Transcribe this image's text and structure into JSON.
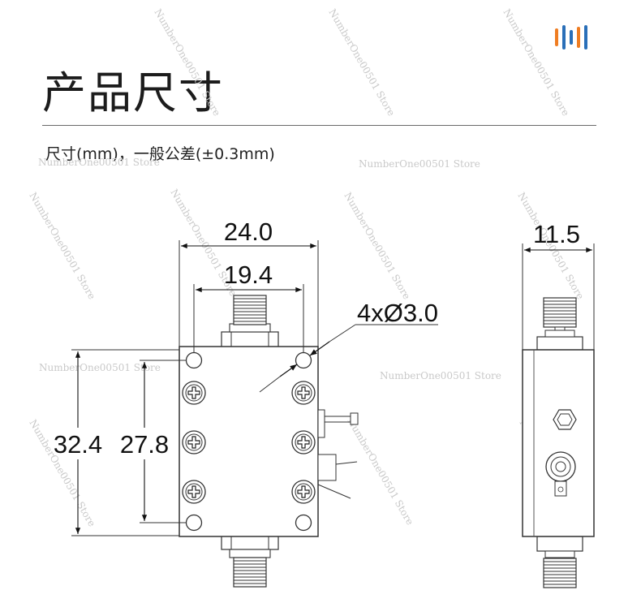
{
  "header": {
    "title": "产品尺寸",
    "subtitle": "尺寸(mm)，一般公差(±0.3mm)"
  },
  "logo": {
    "icon": "brand-bars-icon",
    "colors": [
      "#2a6fb8",
      "#ef7d22"
    ]
  },
  "front_view": {
    "dims": {
      "overall_width": "24.0",
      "hole_spacing_x": "19.4",
      "hole_callout": "4xØ3.0",
      "overall_height": "32.4",
      "hole_spacing_y": "27.8"
    }
  },
  "side_view": {
    "dims": {
      "depth": "11.5"
    }
  },
  "watermark": "NumberOne00501 Store"
}
